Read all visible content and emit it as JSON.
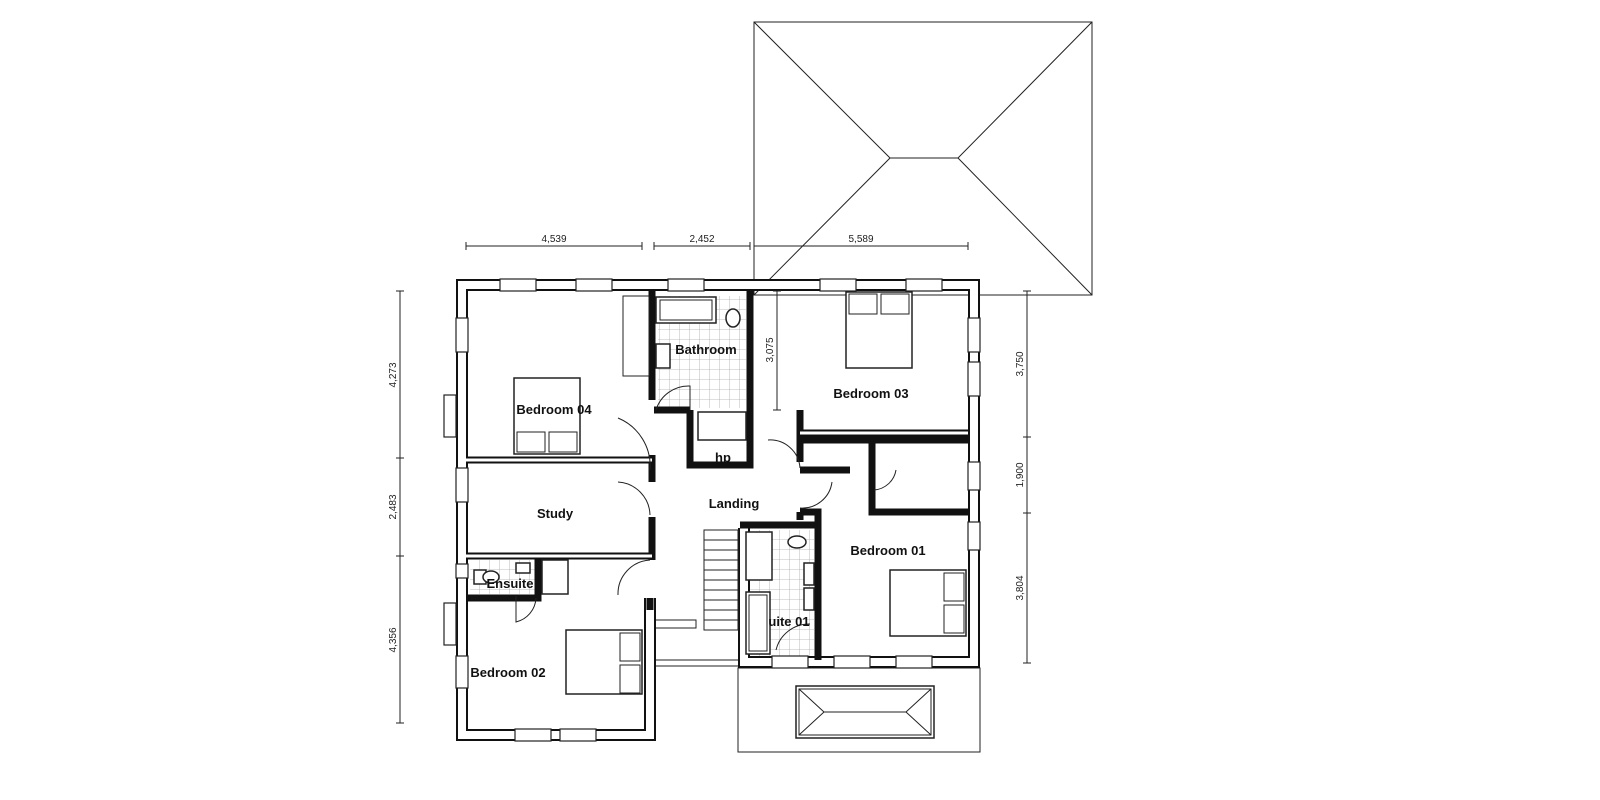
{
  "rooms": {
    "bathroom": "Bathroom",
    "bedroom04": "Bedroom 04",
    "bedroom03": "Bedroom 03",
    "hp": "hp",
    "landing": "Landing",
    "study": "Study",
    "bedroom01": "Bedroom 01",
    "ensuite": "Ensuite",
    "ensuite01": "uite 01",
    "bedroom02": "Bedroom 02"
  },
  "dimensions": {
    "top": [
      "4,539",
      "2,452",
      "5,589"
    ],
    "left": [
      "4,273",
      "2,483",
      "4,356"
    ],
    "right": [
      "3,750",
      "1,900",
      "3,804"
    ],
    "internal": "3,075"
  }
}
